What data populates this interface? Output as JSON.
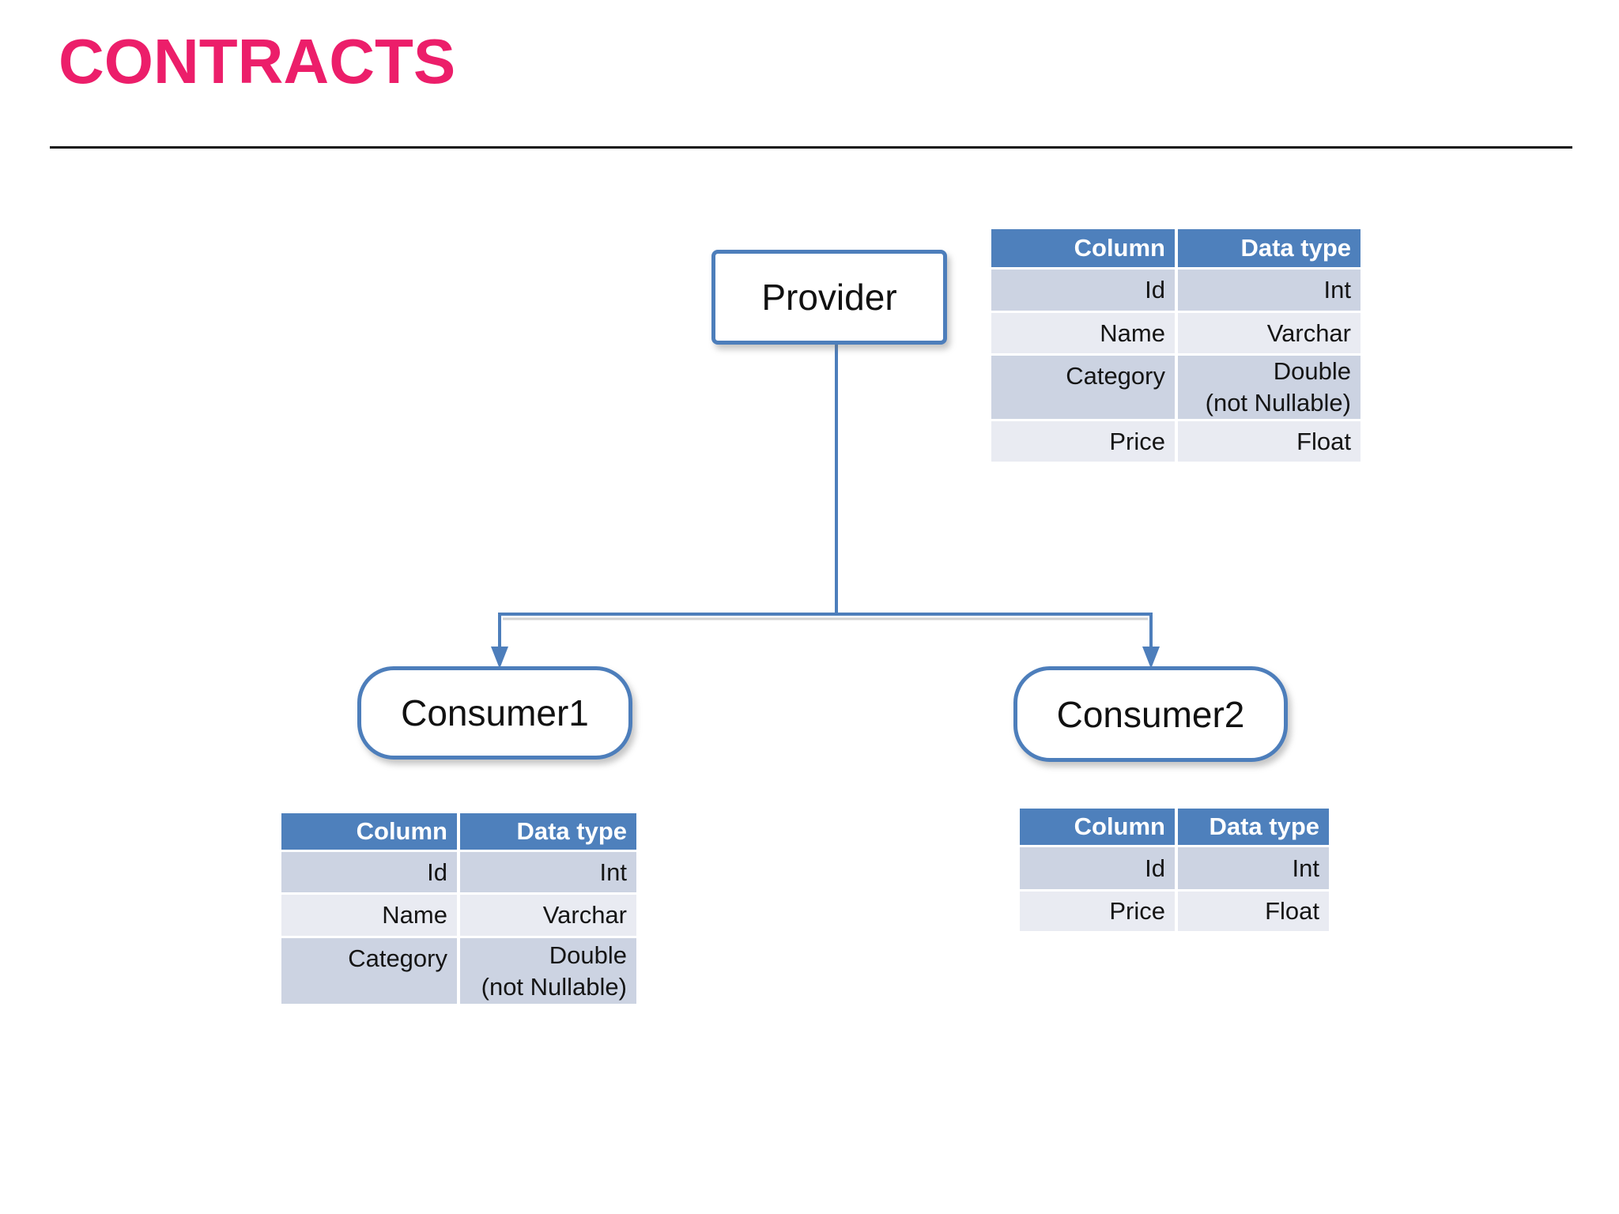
{
  "title": "CONTRACTS",
  "colors": {
    "title_pink": "#EC1E6A",
    "accent_blue": "#4D7EBB",
    "table_header_bg": "#4E80BC",
    "table_header_text": "#FFFFFF",
    "row_band_dark": "#CCD3E2",
    "row_band_light": "#E9EBF2",
    "divider_line": "#141414"
  },
  "diagram": {
    "provider": {
      "label": "Provider"
    },
    "consumer1": {
      "label": "Consumer1"
    },
    "consumer2": {
      "label": "Consumer2"
    }
  },
  "tables": {
    "provider": {
      "headers": [
        "Column",
        "Data type"
      ],
      "rows": [
        [
          "Id",
          "Int"
        ],
        [
          "Name",
          "Varchar"
        ],
        [
          "Category",
          "Double\n(not Nullable)"
        ],
        [
          "Price",
          "Float"
        ]
      ]
    },
    "consumer1": {
      "headers": [
        "Column",
        "Data type"
      ],
      "rows": [
        [
          "Id",
          "Int"
        ],
        [
          "Name",
          "Varchar"
        ],
        [
          "Category",
          "Double\n(not Nullable)"
        ]
      ]
    },
    "consumer2": {
      "headers": [
        "Column",
        "Data type"
      ],
      "rows": [
        [
          "Id",
          "Int"
        ],
        [
          "Price",
          "Float"
        ]
      ]
    }
  }
}
